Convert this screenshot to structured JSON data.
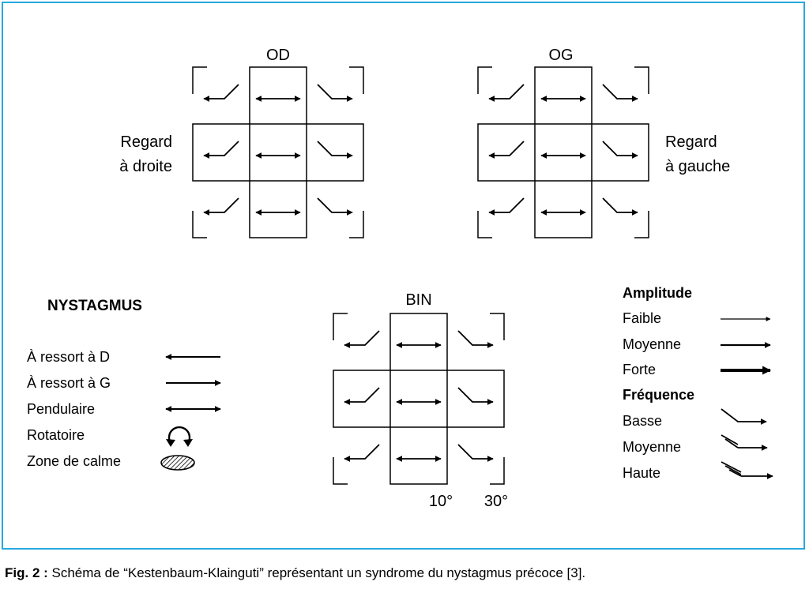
{
  "colors": {
    "frame_border": "#29a8e0",
    "ink": "#000000"
  },
  "grids": {
    "od": {
      "title": "OD"
    },
    "og": {
      "title": "OG"
    },
    "bin": {
      "title": "BIN",
      "angle_inner": "10°",
      "angle_outer": "30°"
    }
  },
  "side_labels": {
    "right_gaze": [
      "Regard",
      "à droite"
    ],
    "left_gaze": [
      "Regard",
      "à gauche"
    ]
  },
  "legend_nystagmus": {
    "title": "NYSTAGMUS",
    "items": [
      {
        "label": "À ressort à D",
        "symbol": "arrow-left-icon"
      },
      {
        "label": "À ressort à G",
        "symbol": "arrow-right-icon"
      },
      {
        "label": "Pendulaire",
        "symbol": "double-arrow-icon"
      },
      {
        "label": "Rotatoire",
        "symbol": "rotation-icon"
      },
      {
        "label": "Zone de calme",
        "symbol": "hatched-ellipse-icon"
      }
    ]
  },
  "legend_amplitude": {
    "title": "Amplitude",
    "items": [
      {
        "label": "Faible",
        "symbol": "thin-arrow-icon"
      },
      {
        "label": "Moyenne",
        "symbol": "medium-arrow-icon"
      },
      {
        "label": "Forte",
        "symbol": "thick-arrow-icon"
      }
    ]
  },
  "legend_frequency": {
    "title": "Fréquence",
    "items": [
      {
        "label": "Basse",
        "symbol": "single-beat-icon"
      },
      {
        "label": "Moyenne",
        "symbol": "double-beat-icon"
      },
      {
        "label": "Haute",
        "symbol": "triple-beat-icon"
      }
    ]
  },
  "caption": {
    "prefix": "Fig. 2 :",
    "text": " Schéma de “Kestenbaum-Klainguti” représentant un syndrome du nystagmus précoce [3]."
  }
}
